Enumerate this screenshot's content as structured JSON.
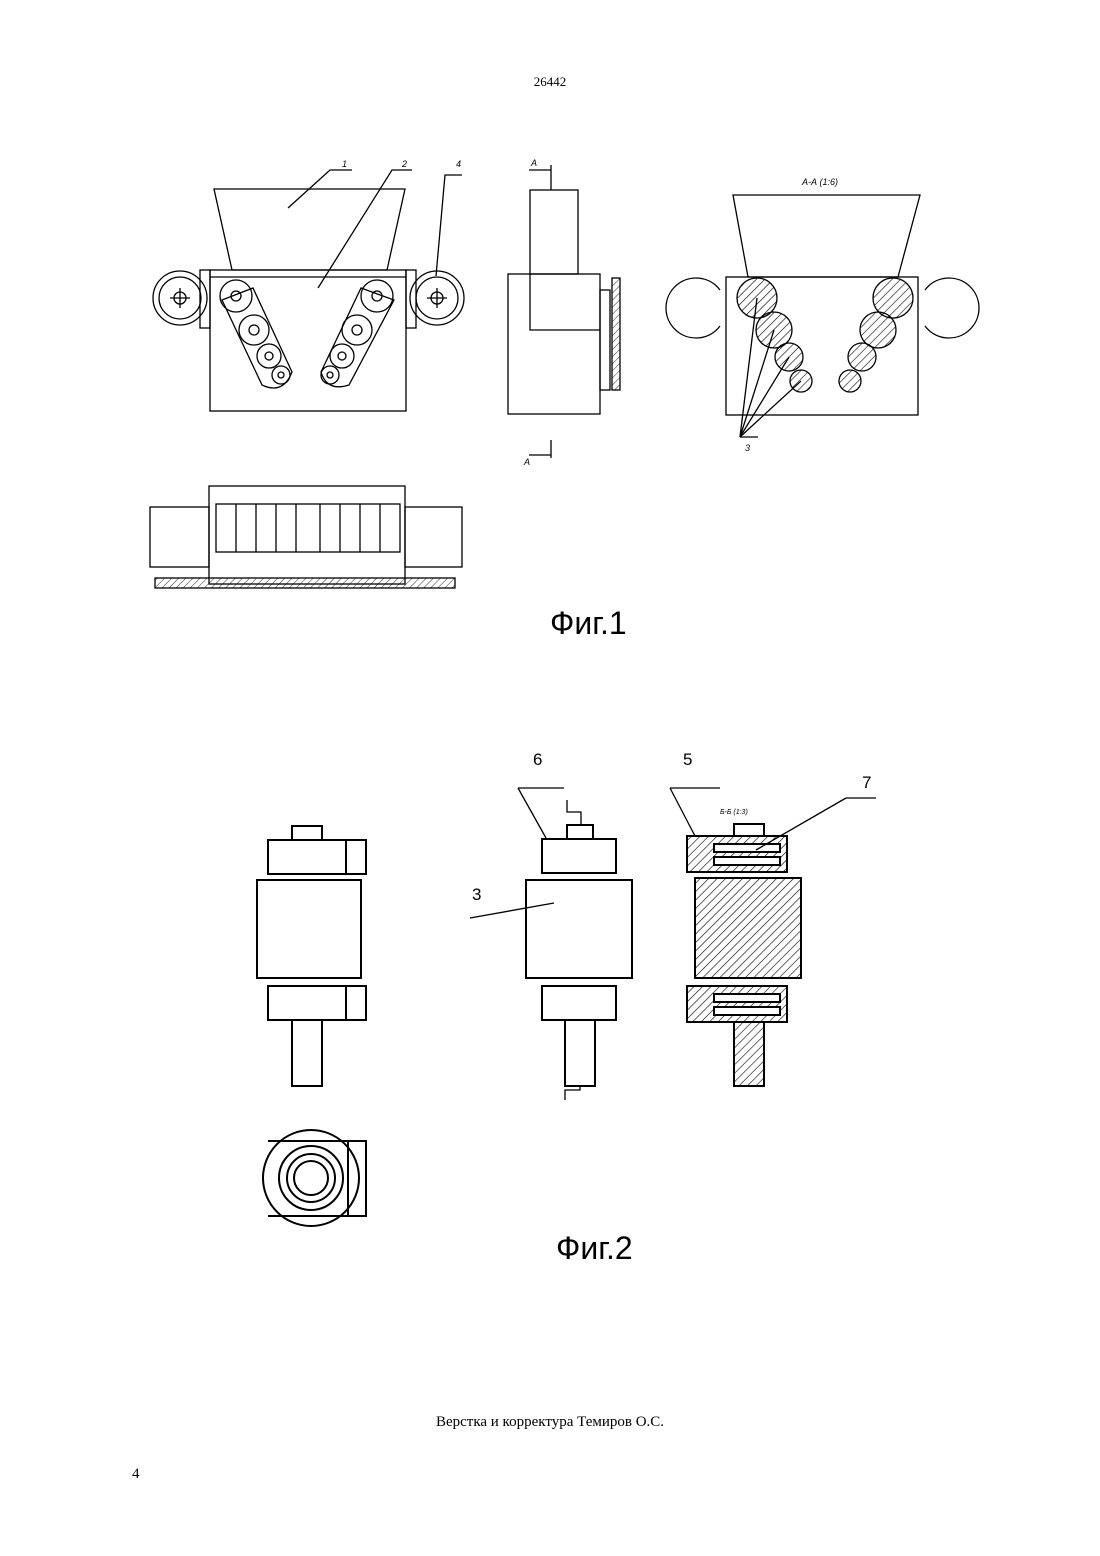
{
  "header": {
    "document_number": "26442"
  },
  "figures": [
    {
      "caption": "Фиг.1",
      "labels": {
        "l1": "1",
        "l2": "2",
        "l3": "3",
        "l4": "4",
        "sectionA_top": "А",
        "sectionA_bottom": "А",
        "sectionAA": "А-А (1:6)"
      }
    },
    {
      "caption": "Фиг.2",
      "labels": {
        "l3": "3",
        "l5": "5",
        "l6": "6",
        "l7": "7",
        "sectionBB": "Б-Б (1:3)"
      }
    }
  ],
  "footer": {
    "credits": "Верстка и корректура Темиров О.С.",
    "page_number": "4"
  }
}
